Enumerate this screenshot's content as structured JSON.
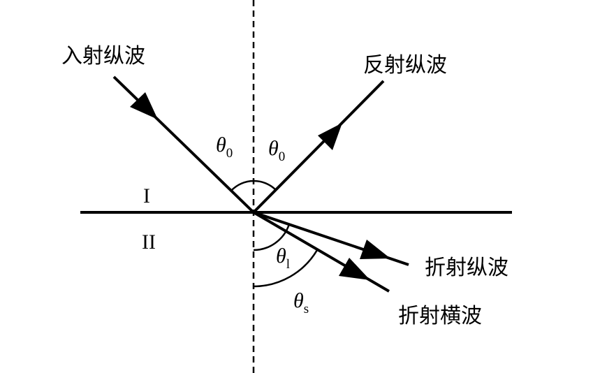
{
  "labels": {
    "incident_longitudinal": "入射纵波",
    "reflected_longitudinal": "反射纵波",
    "refracted_longitudinal": "折射纵波",
    "refracted_transverse": "折射横波",
    "medium_one": "I",
    "medium_two": "II"
  },
  "angles": {
    "incident": {
      "symbol": "θ",
      "sub": "0"
    },
    "reflected": {
      "symbol": "θ",
      "sub": "0"
    },
    "refracted_longitudinal": {
      "symbol": "θ",
      "sub": "l"
    },
    "refracted_transverse": {
      "symbol": "θ",
      "sub": "s"
    }
  },
  "colors": {
    "line": "#000000",
    "background": "#ffffff"
  }
}
